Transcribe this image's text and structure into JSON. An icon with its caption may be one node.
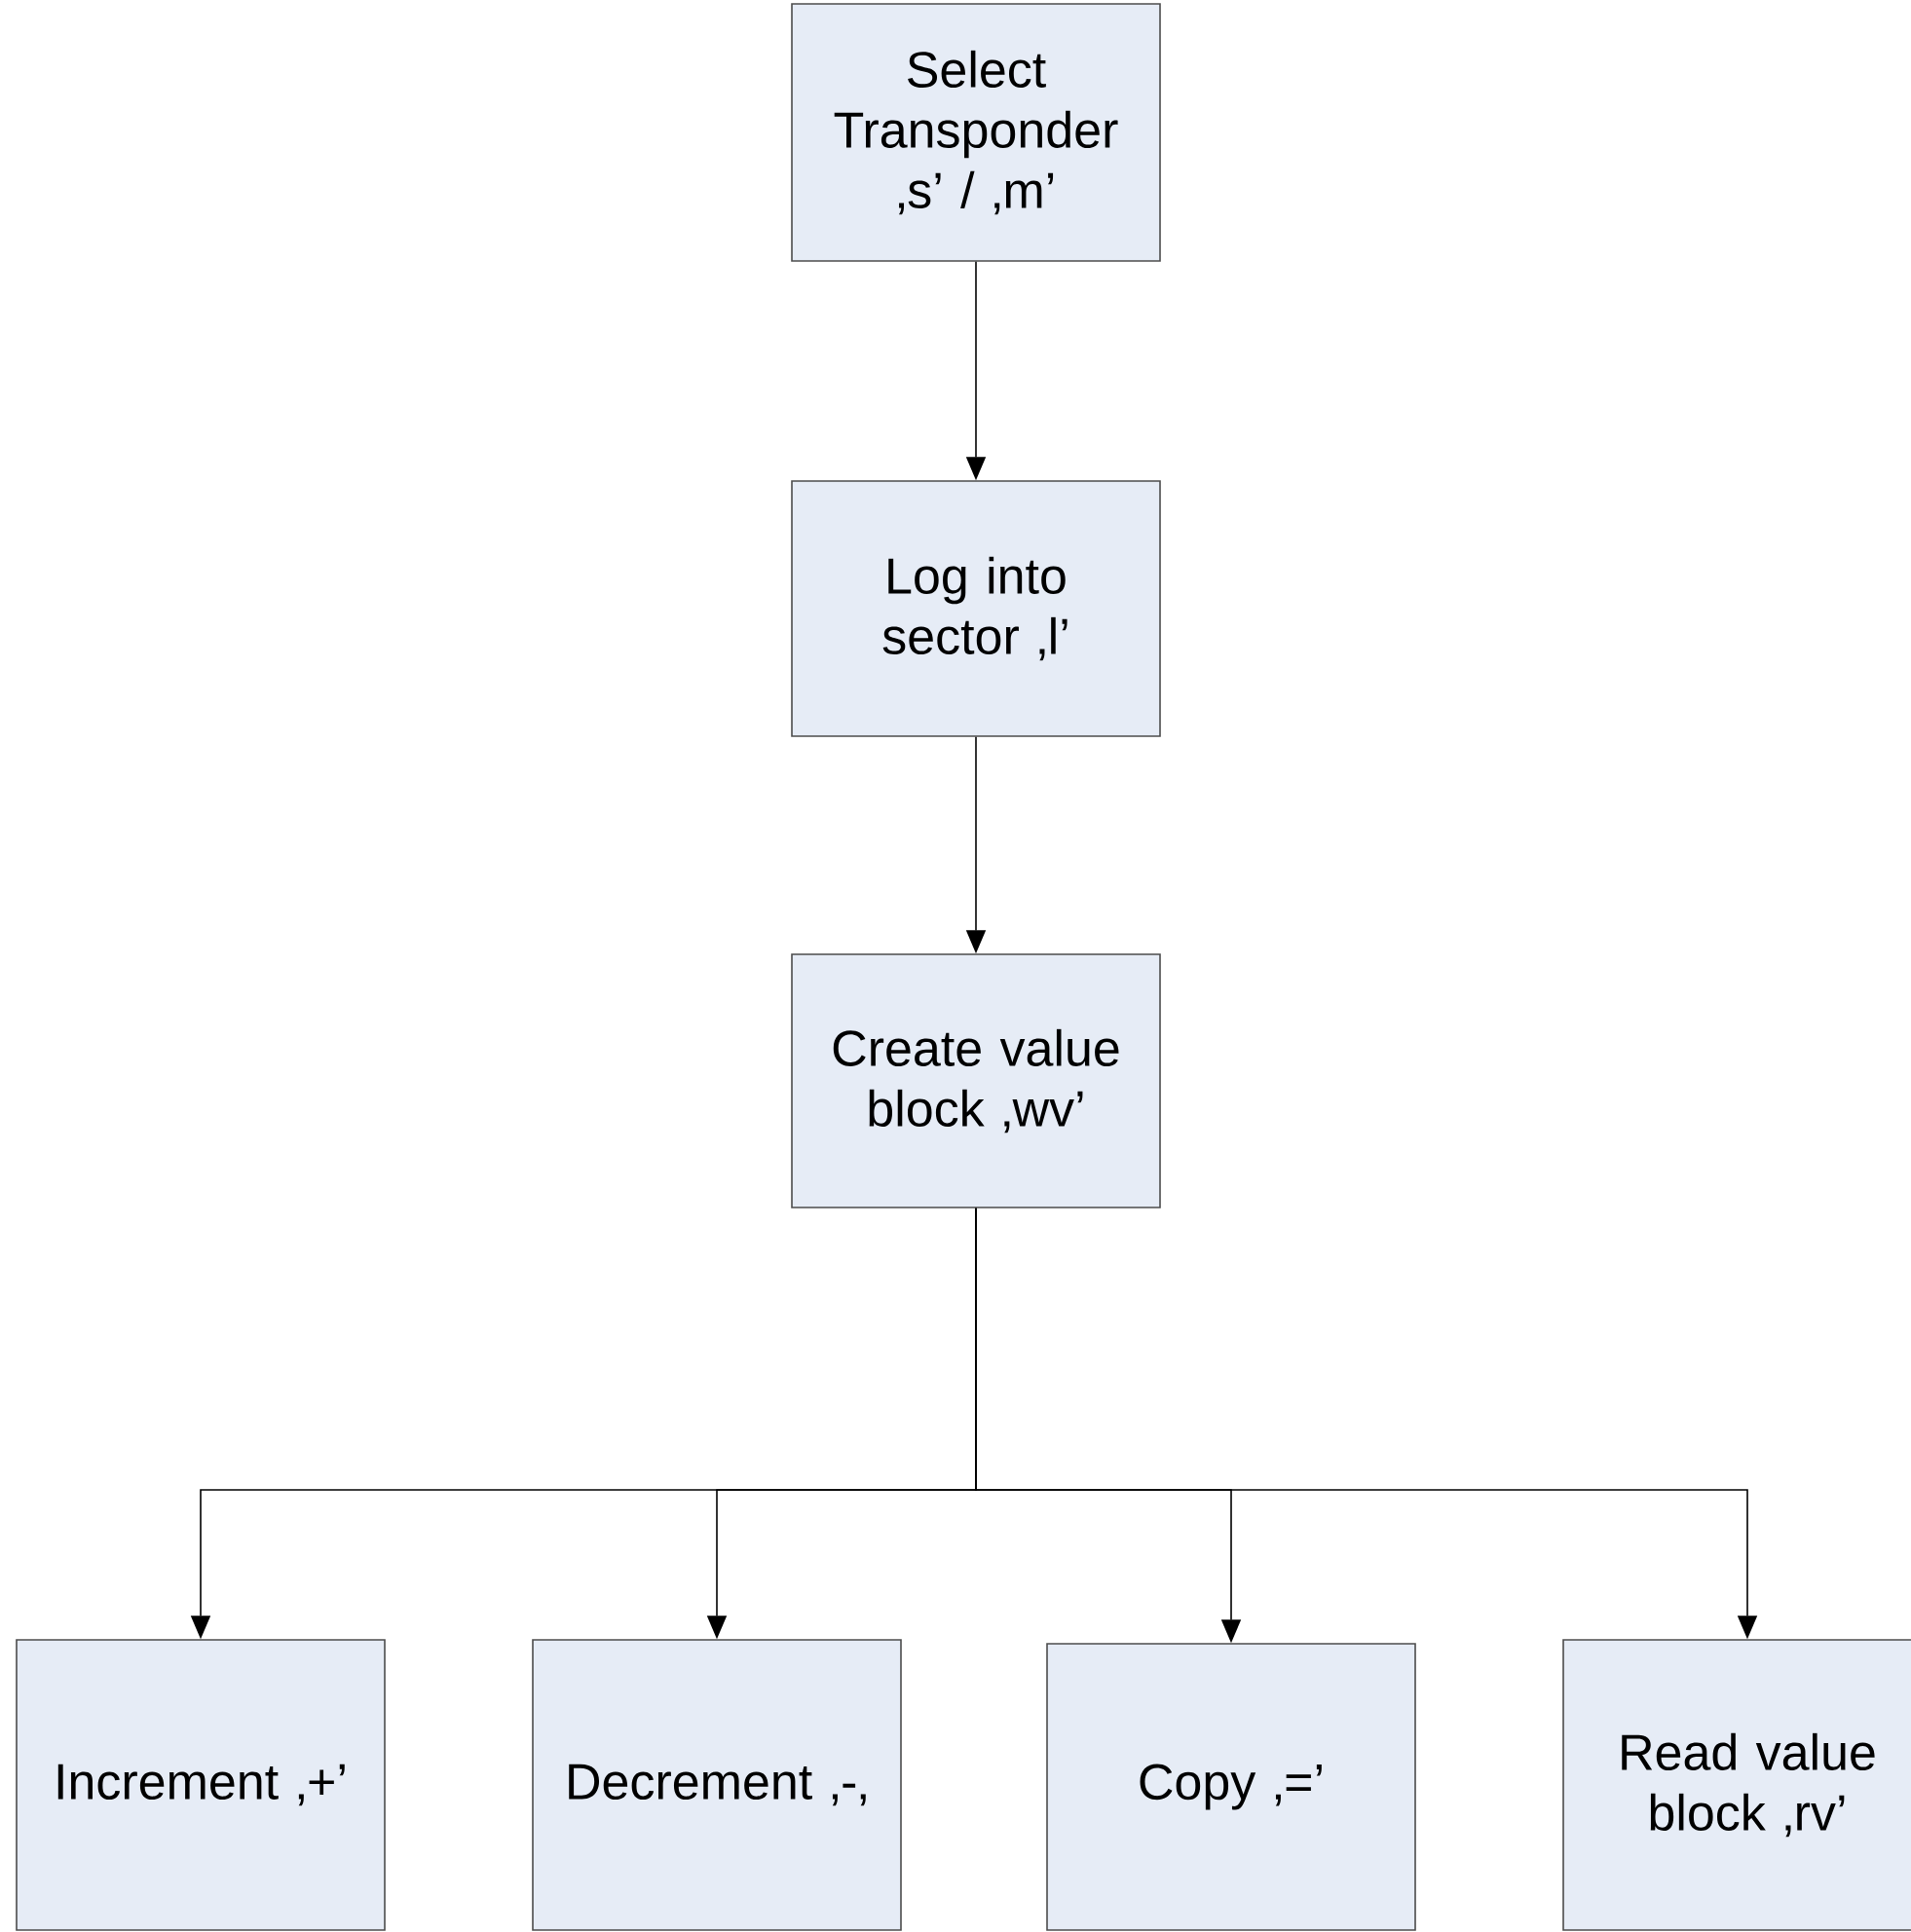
{
  "diagram": {
    "nodes": [
      {
        "text": [
          "Select Transponder ‚s’ / ‚m’"
        ]
      },
      {
        "text": [
          "Log into sector ‚l’"
        ]
      },
      {
        "text": [
          "Create value block ‚wv’"
        ]
      },
      {
        "text": [
          "Increment ‚+’"
        ]
      },
      {
        "text": [
          "Decrement ‚-‚"
        ]
      },
      {
        "text": [
          "Copy ‚=’"
        ]
      },
      {
        "text": [
          "Read value block ‚rv’"
        ]
      }
    ],
    "edges": [
      {
        "from": 0,
        "to": 1,
        "arrow": "to"
      },
      {
        "from": 1,
        "to": 2,
        "arrow": "to"
      },
      {
        "from": 2,
        "to": 3,
        "arrow": "to"
      },
      {
        "from": 2,
        "to": 4,
        "arrow": "to"
      },
      {
        "from": 2,
        "to": 5,
        "arrow": "to"
      },
      {
        "from": 2,
        "to": 6,
        "arrow": "to"
      }
    ]
  }
}
